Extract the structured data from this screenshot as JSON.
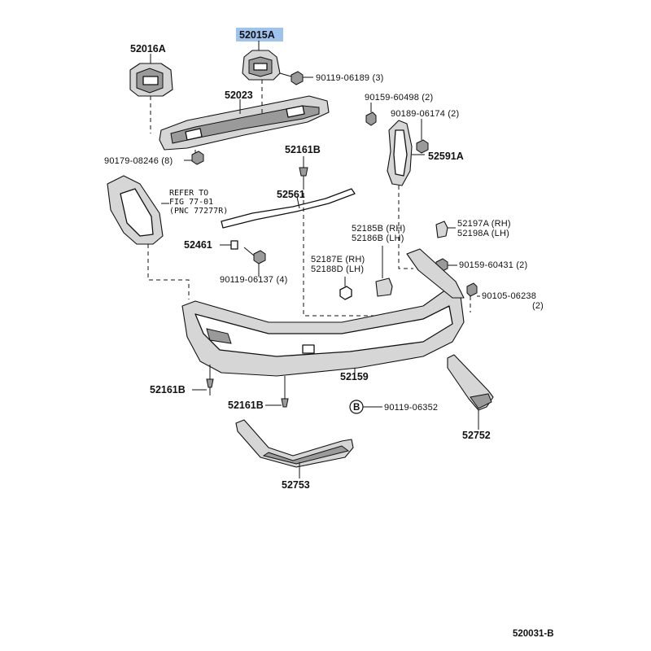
{
  "diagram": {
    "highlighted_part": "52015A",
    "diagram_code": "520031-B",
    "highlight_color": "#9ec3ee",
    "parts": {
      "p52015A": "52015A",
      "p52016A": "52016A",
      "p52023": "52023",
      "p90119_06189": "90119-06189 (3)",
      "p90159_60498": "90159-60498 (2)",
      "p90189_06174": "90189-06174 (2)",
      "p52591A": "52591A",
      "p90179_08246": "90179-08246 (8)",
      "p52161B_top": "52161B",
      "p52561": "52561",
      "p52185B": "52185B (RH)",
      "p52186B": "52186B (LH)",
      "p52197A": "52197A (RH)",
      "p52198A": "52198A (LH)",
      "p52461": "52461",
      "p90119_06137": "90119-06137 (4)",
      "p52187E": "52187E (RH)",
      "p52188D": "52188D (LH)",
      "p90159_60431": "90159-60431 (2)",
      "p90105_06238": "90105-06238",
      "p90105_06238_qty": "(2)",
      "p52159": "52159",
      "p52161B_left": "52161B",
      "p52161B_mid": "52161B",
      "p90119_06352": "90119-06352",
      "p52752": "52752",
      "p52753": "52753"
    },
    "refer": {
      "line1": "REFER TO",
      "line2": "FIG 77-01",
      "line3": "(PNC 77277R)"
    },
    "circle_marker": "B"
  }
}
